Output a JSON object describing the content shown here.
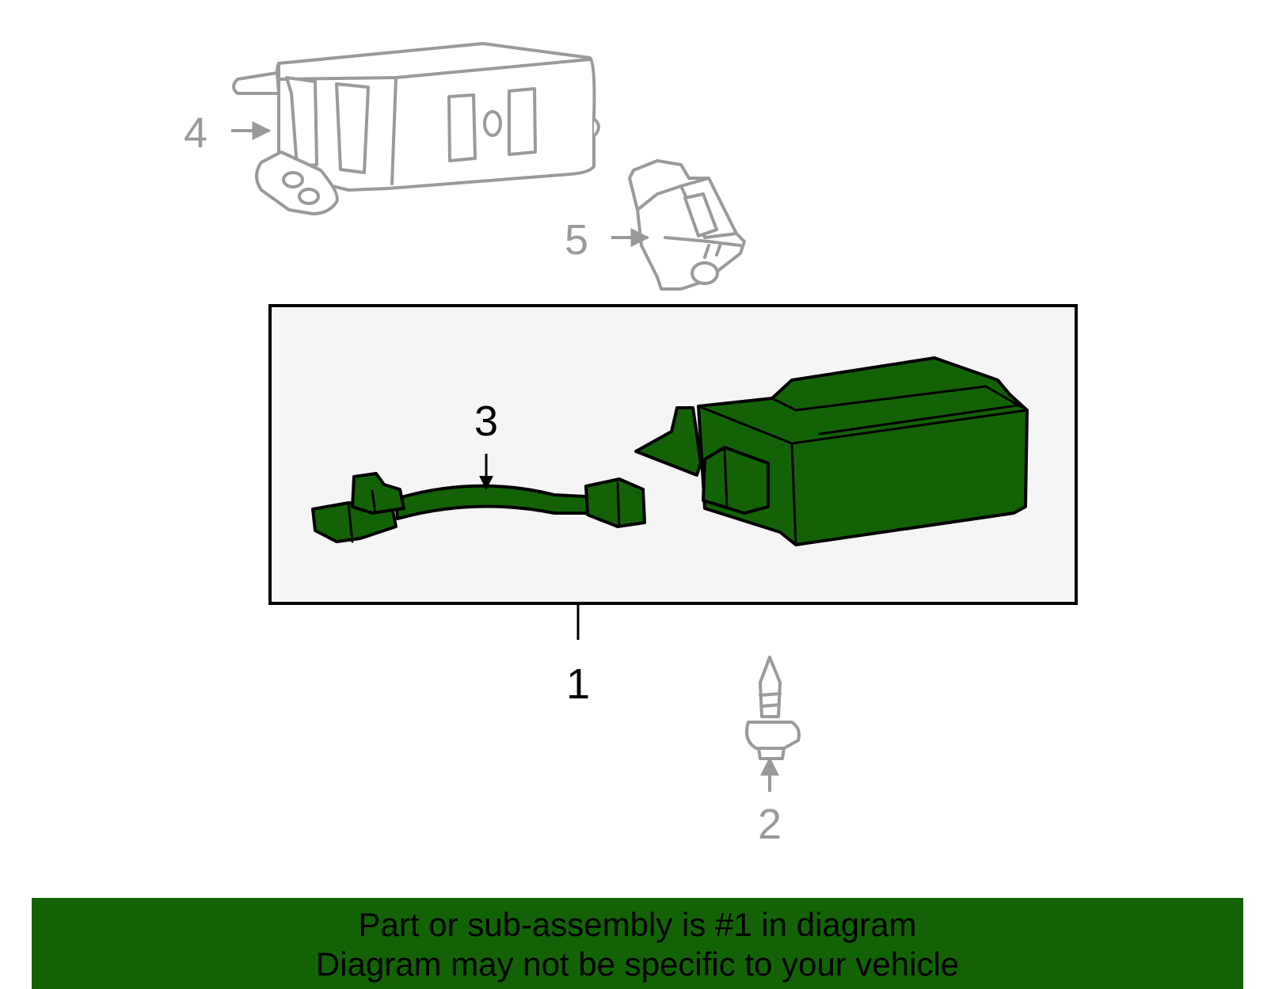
{
  "callouts": {
    "c1": "1",
    "c2": "2",
    "c3": "3",
    "c4": "4",
    "c5": "5"
  },
  "colors": {
    "highlight_green": "#136306",
    "ghost_gray": "#9a9a9a",
    "box_fill": "#f5f5f5"
  },
  "banner": {
    "line1": "Part or sub-assembly is #1 in diagram",
    "line2": "Diagram may not be specific to your vehicle"
  }
}
